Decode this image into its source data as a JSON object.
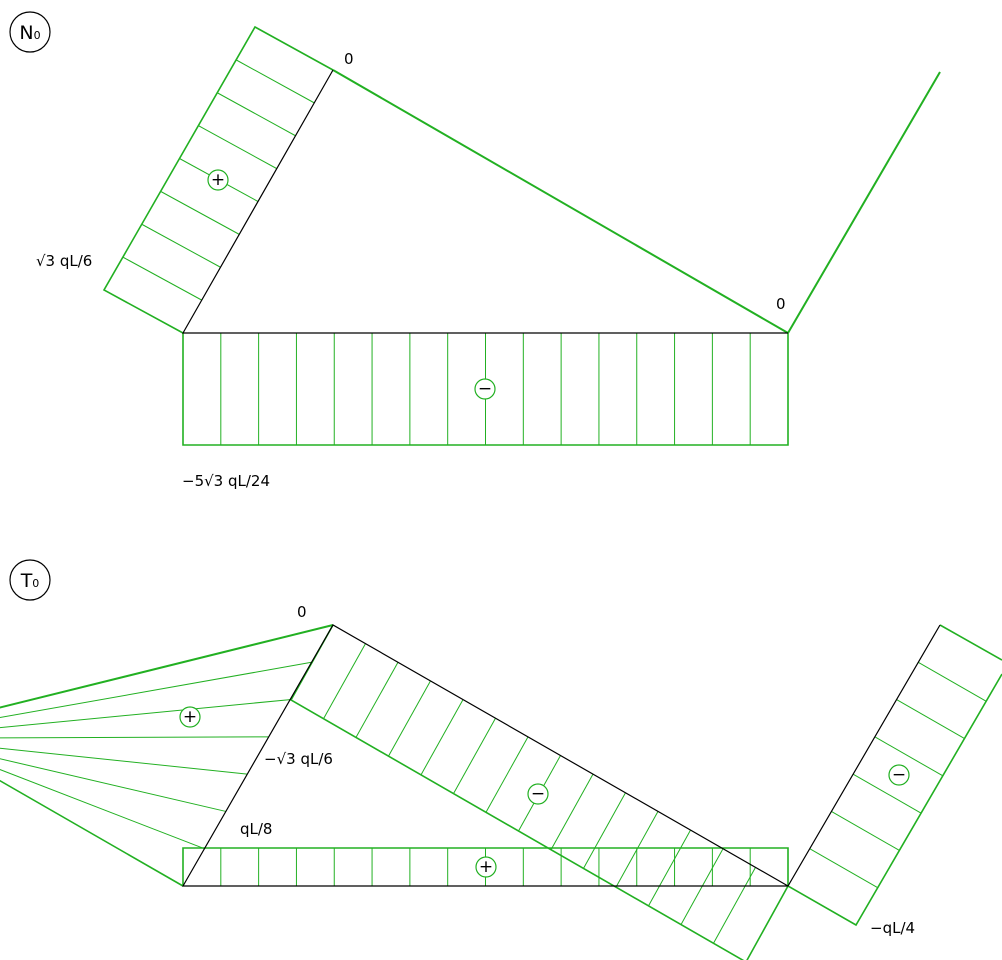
{
  "colors": {
    "diagram": "#22b022",
    "frame": "#000000",
    "text": "#000000"
  },
  "n_diagram": {
    "title_letter": "N",
    "title_subscript": "0",
    "labels": {
      "top_left_joint": "0",
      "right_joint": "0",
      "left_inclined": "√3 qL/6",
      "horizontal": "−5√3 qL/24"
    },
    "signs": {
      "left_inclined": "+",
      "horizontal": "−"
    }
  },
  "t_diagram": {
    "title_letter": "T",
    "title_subscript": "0",
    "labels": {
      "top_joint": "0",
      "diagonal": "−√3 qL/6",
      "horizontal": "qL/8",
      "right_member": "−qL/4"
    },
    "signs": {
      "left_inclined": "+",
      "diagonal": "−",
      "horizontal": "+",
      "right_member": "−"
    }
  }
}
